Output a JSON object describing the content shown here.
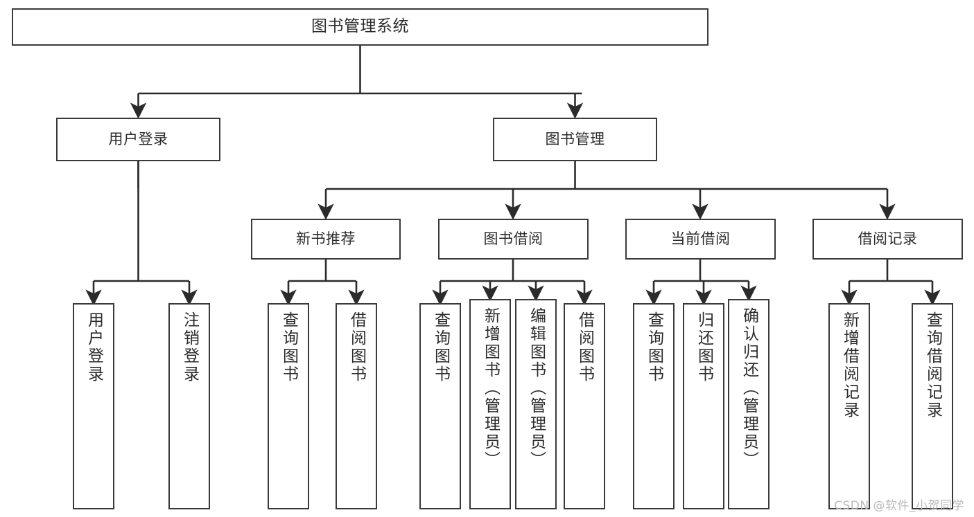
{
  "diagram": {
    "kind": "tree-hierarchy-chart",
    "title": "图书管理系统",
    "background_color": "#ffffff",
    "box_border_color": "#3a3a3a",
    "text_color": "#2b2b2b",
    "connector_color": "#2b2b2b"
  },
  "root": {
    "label": "图书管理系统"
  },
  "level1": [
    {
      "id": "user-login",
      "label": "用户登录"
    },
    {
      "id": "book-manage",
      "label": "图书管理"
    }
  ],
  "level2": [
    {
      "id": "new-book-rec",
      "label": "新书推荐",
      "parent": "book-manage"
    },
    {
      "id": "book-borrow",
      "label": "图书借阅",
      "parent": "book-manage"
    },
    {
      "id": "current-borrow",
      "label": "当前借阅",
      "parent": "book-manage"
    },
    {
      "id": "borrow-record",
      "label": "借阅记录",
      "parent": "book-manage"
    }
  ],
  "leaves": [
    {
      "id": "user-login-leaf",
      "label": "用户登录",
      "parent": "user-login"
    },
    {
      "id": "user-logout-leaf",
      "label": "注销登录",
      "parent": "user-login"
    },
    {
      "id": "nbr-query",
      "label": "查询图书",
      "parent": "new-book-rec"
    },
    {
      "id": "nbr-borrow",
      "label": "借阅图书",
      "parent": "new-book-rec"
    },
    {
      "id": "bb-query",
      "label": "查询图书",
      "parent": "book-borrow"
    },
    {
      "id": "bb-add",
      "label": "新增图书（管理员）",
      "parent": "book-borrow"
    },
    {
      "id": "bb-edit",
      "label": "编辑图书（管理员）",
      "parent": "book-borrow"
    },
    {
      "id": "bb-borrow",
      "label": "借阅图书",
      "parent": "book-borrow"
    },
    {
      "id": "cb-query",
      "label": "查询图书",
      "parent": "current-borrow"
    },
    {
      "id": "cb-return",
      "label": "归还图书",
      "parent": "current-borrow"
    },
    {
      "id": "cb-confirm",
      "label": "确认归还（管理员）",
      "parent": "current-borrow"
    },
    {
      "id": "br-add",
      "label": "新增借阅记录",
      "parent": "borrow-record"
    },
    {
      "id": "br-query",
      "label": "查询借阅记录",
      "parent": "borrow-record"
    }
  ],
  "watermark": {
    "text": "CSDN @软件_小贺同学"
  }
}
